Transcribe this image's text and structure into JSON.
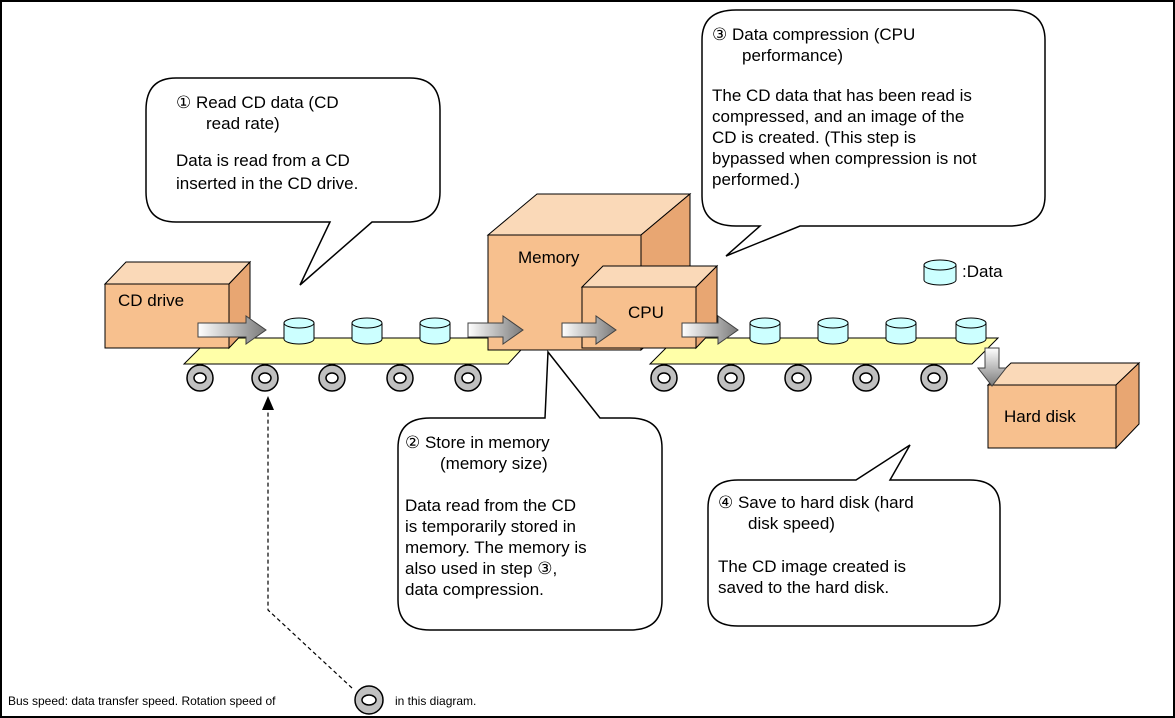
{
  "components": {
    "cd_drive": "CD drive",
    "memory": "Memory",
    "cpu": "CPU",
    "hard_disk": "Hard disk"
  },
  "legend": {
    "data_label": ":Data"
  },
  "callouts": {
    "read_cd": {
      "title_lines": [
        "①  Read CD data (CD",
        "read rate)"
      ],
      "body_lines": [
        "Data is read from a CD",
        "inserted in the CD drive."
      ]
    },
    "compression": {
      "title_lines": [
        "③  Data compression (CPU",
        "performance)"
      ],
      "body_lines": [
        "The CD data that has been read is",
        "compressed, and an image of the",
        "CD is created. (This step is",
        "bypassed when compression is not",
        "performed.)"
      ]
    },
    "memory": {
      "title_lines": [
        "②  Store in memory",
        "(memory size)"
      ],
      "body_lines": [
        "Data read from the CD",
        "is temporarily stored in",
        "memory. The memory is",
        "also used in step ③,",
        "data compression."
      ]
    },
    "hard_disk": {
      "title_lines": [
        "④  Save to hard disk (hard",
        "disk speed)"
      ],
      "body_lines": [
        "The CD image created is",
        "saved to the hard disk."
      ]
    }
  },
  "footnote": {
    "before": "Bus speed: data transfer speed. Rotation speed of",
    "after": "in this diagram."
  },
  "colors": {
    "box_front": "#F7C08E",
    "box_top": "#FAD9B8",
    "box_side": "#E8A672",
    "belt": "#FFFFA8",
    "cylinder": "#CCFFFF",
    "roller": "#C0C0C0",
    "arrow": "#808080"
  }
}
